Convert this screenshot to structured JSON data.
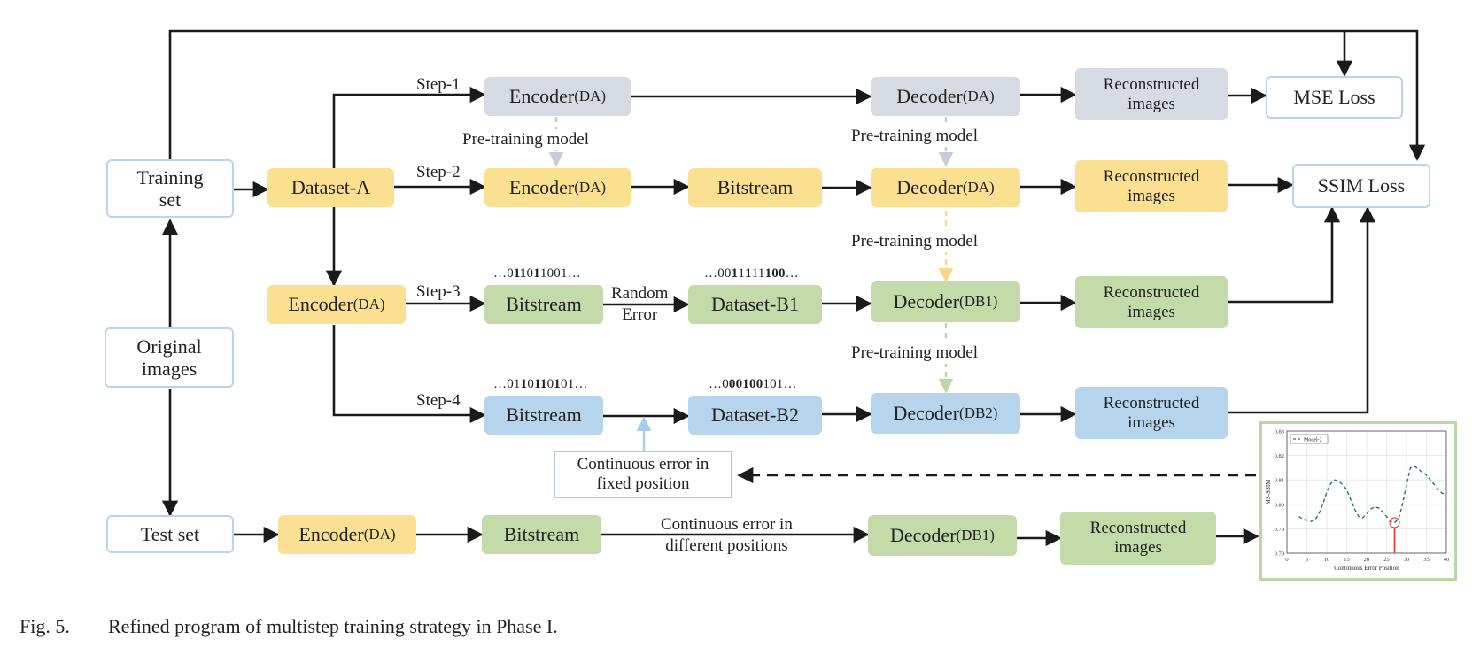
{
  "nodes": {
    "training_set": "Training\nset",
    "original_images": "Original\nimages",
    "test_set": "Test set",
    "dataset_a": "Dataset-A",
    "encoder_main": "Encoder",
    "encoder_main_sub": "(DA)",
    "enc_step1": "Encoder",
    "enc_step1_sub": "(DA)",
    "enc_step2": "Encoder",
    "enc_step2_sub": "(DA)",
    "bitstream_step2": "Bitstream",
    "bitstream_step3": "Bitstream",
    "bitstream_step4": "Bitstream",
    "dataset_b1": "Dataset-B1",
    "dataset_b2": "Dataset-B2",
    "dec_step1": "Decoder",
    "dec_step1_sub": "(DA)",
    "dec_step2": "Decoder",
    "dec_step2_sub": "(DA)",
    "dec_step3": "Decoder",
    "dec_step3_sub": "(DB1)",
    "dec_step4": "Decoder",
    "dec_step4_sub": "(DB2)",
    "recon_1": "Reconstructed\nimages",
    "recon_2": "Reconstructed\nimages",
    "recon_3": "Reconstructed\nimages",
    "recon_4": "Reconstructed\nimages",
    "recon_test": "Reconstructed\nimages",
    "mse_loss": "MSE Loss",
    "ssim_loss": "SSIM Loss",
    "test_encoder": "Encoder",
    "test_encoder_sub": "(DA)",
    "test_bitstream": "Bitstream",
    "test_decoder": "Decoder",
    "test_decoder_sub": "(DB1)",
    "continuous_fixed": "Continuous error in\nfixed position"
  },
  "labels": {
    "step1": "Step-1",
    "step2": "Step-2",
    "step3": "Step-3",
    "step4": "Step-4",
    "pretrain_1": "Pre-training model",
    "pretrain_2": "Pre-training model",
    "pretrain_3": "Pre-training model",
    "pretrain_4": "Pre-training model",
    "random_error": "Random\nError",
    "continuous_diff": "Continuous error in\ndifferent positions"
  },
  "bitstrings": {
    "b3_pre": "…0",
    "b3_b1": "11",
    "b3_mid": "0",
    "b3_b2": "1",
    "b3_post": "1001…",
    "b4_pre": "…00",
    "b4_b1": "1",
    "b4_mid": "1",
    "b4_b2": "1",
    "b4_mid2": "11",
    "b4_b3": "1",
    "b4_b4": "00",
    "b4_post": "…",
    "s4_pre": "…01",
    "s4_b1": "1",
    "s4_mid": "0",
    "s4_b2": "11",
    "s4_mid2": "0",
    "s4_b3": "1",
    "s4_post": "01…",
    "d2_pre": "…0",
    "d2_b1": "00100",
    "d2_mid": "1",
    "d2_post": "01…"
  },
  "caption": {
    "number": "Fig. 5.",
    "text": "Refined program of multistep training strategy in Phase I."
  },
  "inset_chart": {
    "legend": "Model-2",
    "ylabel": "MS-SSIM",
    "xlabel": "Continuous Error Position",
    "y_ticks": [
      "0.83",
      "0.82",
      "0.81",
      "0.80",
      "0.79",
      "0.78"
    ],
    "x_ticks": [
      "0",
      "5",
      "10",
      "15",
      "20",
      "25",
      "30",
      "35",
      "40"
    ]
  },
  "chart_data": {
    "type": "line",
    "title": "",
    "xlabel": "Continuous Error Position",
    "ylabel": "MS-SSIM",
    "xlim": [
      0,
      40
    ],
    "ylim": [
      0.78,
      0.83
    ],
    "grid": true,
    "legend": "top-left",
    "series": [
      {
        "name": "Model-2",
        "x": [
          3,
          4,
          5,
          6,
          7,
          8,
          9,
          10,
          11,
          12,
          13,
          14,
          15,
          16,
          17,
          18,
          19,
          20,
          21,
          22,
          23,
          24,
          25,
          26,
          27,
          28,
          29,
          30,
          31,
          32,
          33,
          34,
          35,
          36,
          37,
          38,
          39,
          40
        ],
        "values": [
          0.795,
          0.794,
          0.7935,
          0.793,
          0.7935,
          0.796,
          0.8,
          0.805,
          0.8085,
          0.81,
          0.8095,
          0.808,
          0.806,
          0.802,
          0.798,
          0.795,
          0.7945,
          0.796,
          0.798,
          0.799,
          0.7985,
          0.797,
          0.795,
          0.793,
          0.7925,
          0.794,
          0.8,
          0.808,
          0.815,
          0.8155,
          0.8145,
          0.813,
          0.812,
          0.81,
          0.808,
          0.806,
          0.8045,
          0.804
        ]
      }
    ],
    "highlight": {
      "x": 27,
      "y": 0.7925,
      "color": "#e8332a"
    }
  },
  "colors": {
    "gray": "#d6dbe3",
    "yellow": "#fbe092",
    "green": "#c3dba9",
    "blue": "#b6d4ec",
    "border": "#b7d6ea",
    "highlight": "#e8332a"
  }
}
